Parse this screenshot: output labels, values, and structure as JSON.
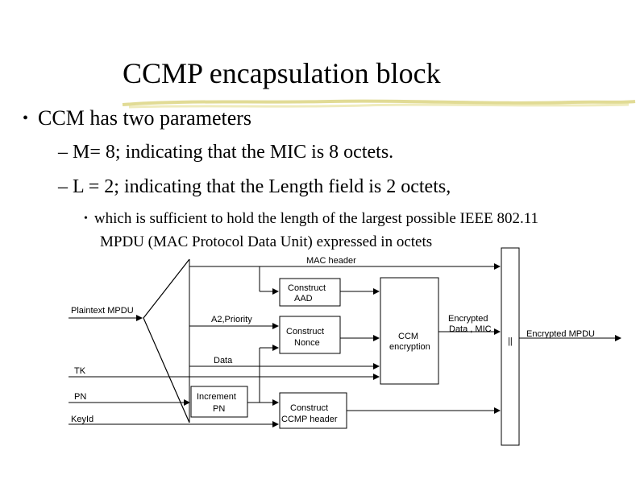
{
  "slide": {
    "title": "CCMP encapsulation block",
    "bullet1": "CCM has two parameters",
    "sub1": "– M= 8; indicating that the MIC is 8 octets.",
    "sub2": "– L = 2; indicating that the Length field is 2 octets,",
    "sub3_line1": "which is sufficient to hold the length of the largest possible IEEE 802.11",
    "sub3_line2": "MPDU (MAC Protocol Data Unit) expressed in octets"
  },
  "diagram": {
    "mac_header": "MAC header",
    "plaintext_mpdu": "Plaintext MPDU",
    "a2_priority": "A2,Priority",
    "data": "Data",
    "tk": "TK",
    "pn": "PN",
    "keyid": "KeyId",
    "construct_aad_1": "Construct",
    "construct_aad_2": "AAD",
    "construct_nonce_1": "Construct",
    "construct_nonce_2": "Nonce",
    "ccm_1": "CCM",
    "ccm_2": "encryption",
    "increment_pn_1": "Increment",
    "increment_pn_2": "PN",
    "ccmp_header_1": "Construct",
    "ccmp_header_2": "CCMP header",
    "encrypted_1": "Encrypted",
    "encrypted_2": "Data , MIC",
    "concat": "||",
    "encrypted_mpdu": "Encrypted MPDU"
  }
}
